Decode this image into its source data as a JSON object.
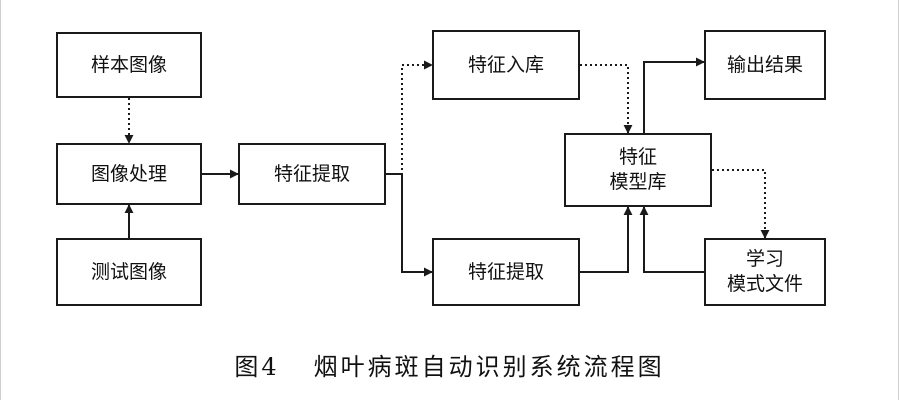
{
  "nodes": {
    "sample_image": "样本图像",
    "image_processing": "图像处理",
    "test_image": "测试图像",
    "feature_extraction_1": "特征提取",
    "feature_storage": "特征入库",
    "feature_extraction_2": "特征提取",
    "feature_model_library": {
      "line1": "特征",
      "line2": "模型库"
    },
    "output_result": "输出结果",
    "learning_mode_file": {
      "line1": "学习",
      "line2": "模式文件"
    }
  },
  "caption": {
    "number": "图4",
    "title": "烟叶病斑自动识别系统流程图"
  },
  "edges": [
    {
      "from": "sample_image",
      "to": "image_processing",
      "style": "dotted"
    },
    {
      "from": "test_image",
      "to": "image_processing",
      "style": "solid"
    },
    {
      "from": "image_processing",
      "to": "feature_extraction_1",
      "style": "solid"
    },
    {
      "from": "feature_extraction_1",
      "to": "feature_storage",
      "style": "dotted"
    },
    {
      "from": "feature_extraction_1",
      "to": "feature_extraction_2",
      "style": "solid"
    },
    {
      "from": "feature_storage",
      "to": "feature_model_library",
      "style": "dotted"
    },
    {
      "from": "feature_extraction_2",
      "to": "feature_model_library",
      "style": "solid"
    },
    {
      "from": "feature_model_library",
      "to": "output_result",
      "style": "solid"
    },
    {
      "from": "feature_model_library",
      "to": "learning_mode_file",
      "style": "dotted"
    },
    {
      "from": "learning_mode_file",
      "to": "feature_model_library",
      "style": "solid"
    }
  ]
}
